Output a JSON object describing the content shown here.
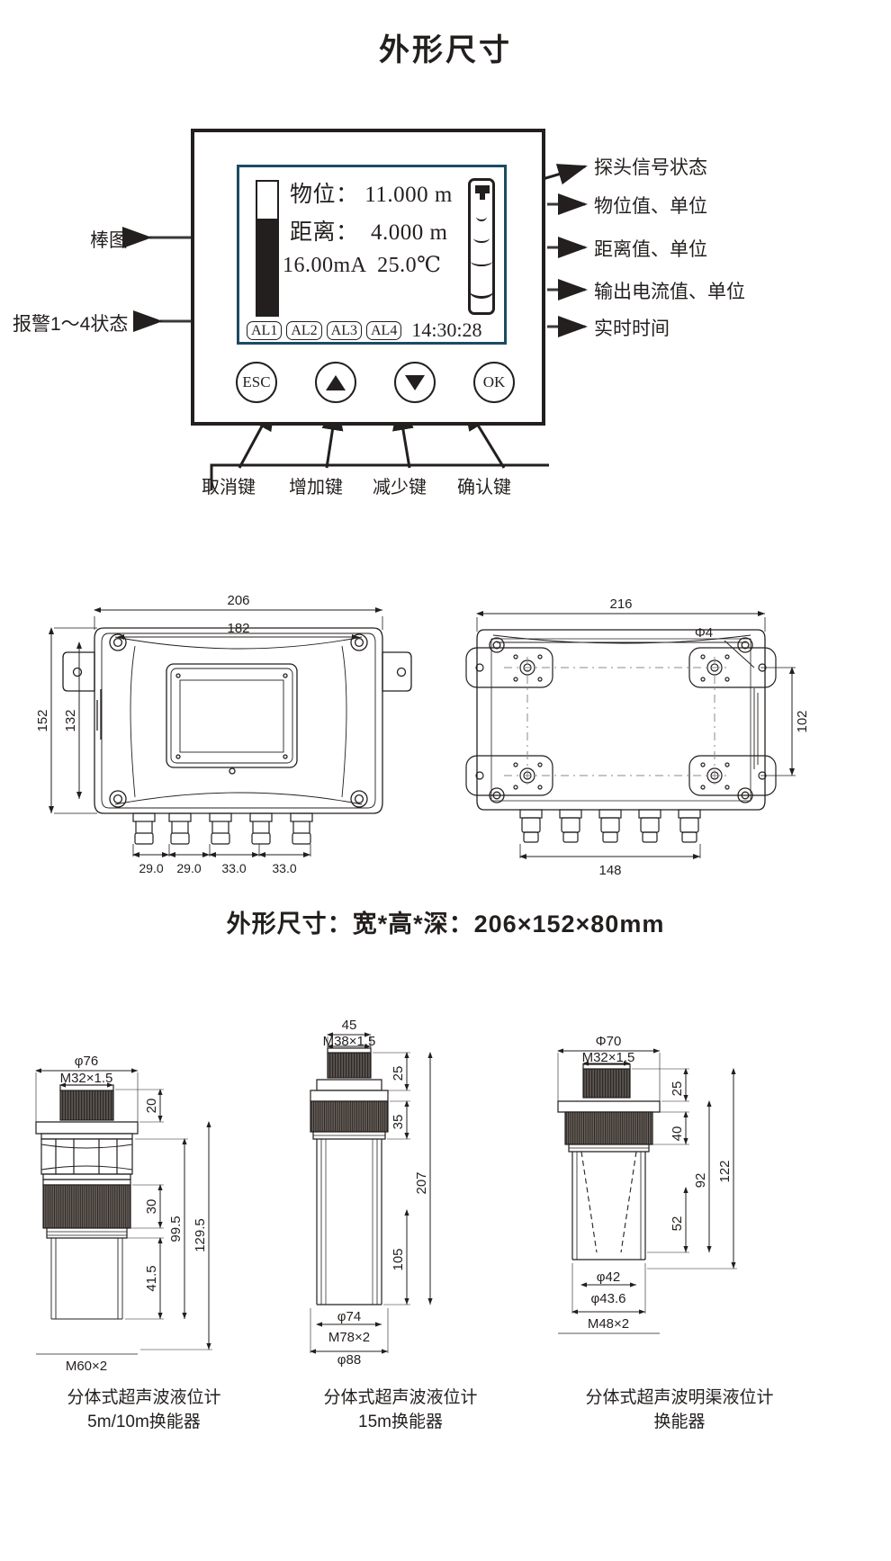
{
  "page": {
    "title": "外形尺寸"
  },
  "meter": {
    "display": {
      "bargraph": {
        "name": "棒图",
        "fill_percent": 72
      },
      "lines": [
        {
          "label": "物位：",
          "value": "11.000",
          "unit": "m",
          "text": "物位： 11.000 m"
        },
        {
          "label": "距离：",
          "value": "4.000",
          "unit": "m",
          "text": "距离：  4.000 m"
        },
        {
          "current": "16.00mA",
          "temperature": "25.0℃",
          "text": "16.00mA  25.0℃"
        }
      ],
      "alarms": [
        "AL1",
        "AL2",
        "AL3",
        "AL4"
      ],
      "time": "14:30:28",
      "signal_icon": "probe-signal-indicator"
    },
    "buttons": [
      {
        "label": "ESC",
        "icon": "esc-text",
        "key_caption": "取消键"
      },
      {
        "label": "▲",
        "icon": "triangle-up-icon",
        "key_caption": "增加键"
      },
      {
        "label": "▼",
        "icon": "triangle-down-icon",
        "key_caption": "减少键"
      },
      {
        "label": "OK",
        "icon": "ok-text",
        "key_caption": "确认键"
      }
    ],
    "callouts_left": [
      {
        "text": "棒图"
      },
      {
        "text": "报警1～4状态"
      }
    ],
    "callouts_right": [
      {
        "text": "探头信号状态"
      },
      {
        "text": "物位值、单位"
      },
      {
        "text": "距离值、单位"
      },
      {
        "text": "输出电流值、单位"
      },
      {
        "text": "实时时间"
      }
    ]
  },
  "housing": {
    "front_view": {
      "name": "front-view",
      "dimensions": {
        "width_outer": "206",
        "width_mount": "182",
        "height_outer": "152",
        "height_mount": "132",
        "gland_spacing": [
          "29.0",
          "29.0",
          "33.0",
          "33.0"
        ]
      }
    },
    "rear_view": {
      "name": "rear-view",
      "dimensions": {
        "width_outer": "216",
        "hole_diameter": "Φ4",
        "height_mount": "102",
        "width_inner": "148"
      }
    },
    "caption": "外形尺寸：宽*高*深：206×152×80mm"
  },
  "transducers": [
    {
      "id": "transducer-5m-10m",
      "caption_line1": "分体式超声波液位计",
      "caption_line2": "5m/10m换能器",
      "dimensions": {
        "top_diameter": "φ76",
        "thread_top": "M32×1.5",
        "h_top": "20",
        "h_mid": "30",
        "h_low": "41.5",
        "h_sub": "99.5",
        "h_total": "129.5",
        "thread_bottom": "M60×2"
      }
    },
    {
      "id": "transducer-15m",
      "caption_line1": "分体式超声波液位计",
      "caption_line2": "15m换能器",
      "dimensions": {
        "top_width": "45",
        "thread_top": "M38×1.5",
        "h_top": "25",
        "h_mid": "35",
        "h_low": "105",
        "h_total": "207",
        "d_inner": "φ74",
        "thread_bottom": "M78×2",
        "d_outer": "φ88"
      }
    },
    {
      "id": "transducer-open-channel",
      "caption_line1": "分体式超声波明渠液位计",
      "caption_line2": "换能器",
      "dimensions": {
        "top_diameter": "Φ70",
        "thread_top": "M32×1.5",
        "h_top": "25",
        "h_mid": "40",
        "h_low": "52",
        "h_sub": "92",
        "h_total": "122",
        "d_inner": "φ42",
        "d_outer": "φ43.6",
        "thread_bottom": "M48×2"
      }
    }
  ],
  "colors": {
    "ink": "#231f1e",
    "lcd_border": "#1d4a63",
    "line": "#3a3a3a"
  }
}
